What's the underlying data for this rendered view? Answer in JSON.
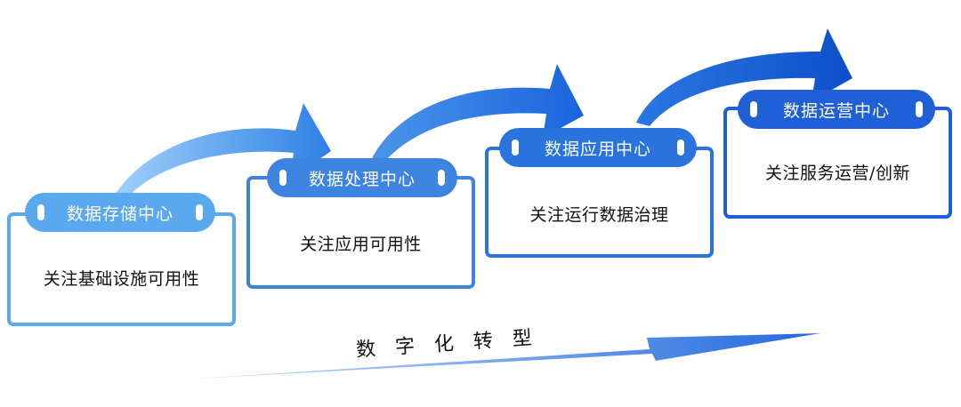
{
  "stages": [
    {
      "title": "数据存储中心",
      "description": "关注基础设施可用性",
      "color": "#5aa8ee",
      "pill_color": "#5aa8ee"
    },
    {
      "title": "数据处理中心",
      "description": "关注应用可用性",
      "color": "#3d84e0",
      "pill_color": "#3d84e0"
    },
    {
      "title": "数据应用中心",
      "description": "关注运行数据治理",
      "color": "#2a74de",
      "pill_color": "#2a74de"
    },
    {
      "title": "数据运营中心",
      "description": "关注服务运营/创新",
      "color": "#1f5fd8",
      "pill_color": "#1f5fd8"
    }
  ],
  "transformation": {
    "label": "数字化转型",
    "color": "#2f7be3"
  },
  "arrow_colors": [
    "#6cb4f2",
    "#2b7de6",
    "#1563e0"
  ]
}
